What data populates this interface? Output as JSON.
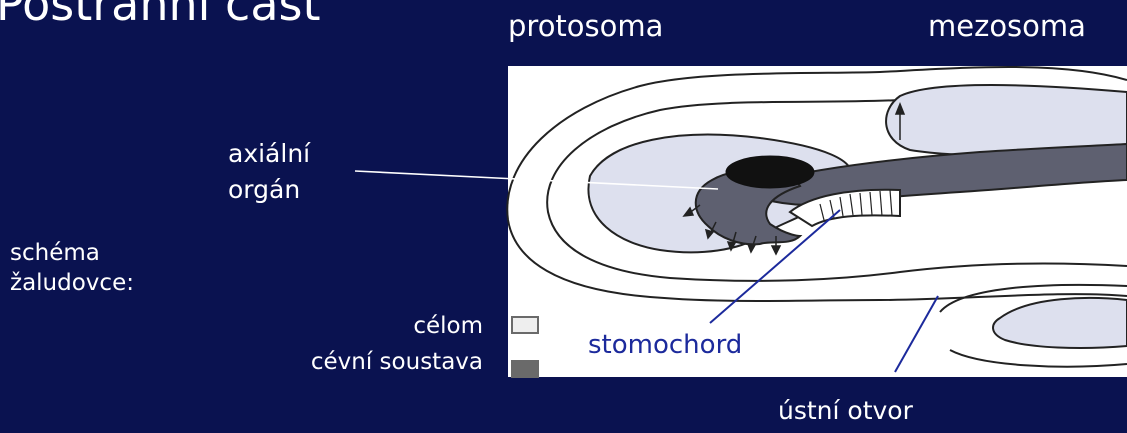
{
  "title": "Postranní část",
  "labels": {
    "protosoma": "protosoma",
    "mezosoma": "mezosoma",
    "axial_line1": "axiální",
    "axial_line2": "orgán",
    "schema_line1": "schéma",
    "schema_line2": "žaludovce:",
    "celom": "célom",
    "cevni_soustava": "cévní soustava",
    "stomochord": "stomochord",
    "ustni_otvor": "ústní otvor"
  },
  "colors": {
    "background": "#0a1250",
    "text": "#ffffff",
    "stomochord_text": "#1c2a9c",
    "celom_fill": "#dde0ee",
    "vascular_fill": "#5e6070"
  }
}
